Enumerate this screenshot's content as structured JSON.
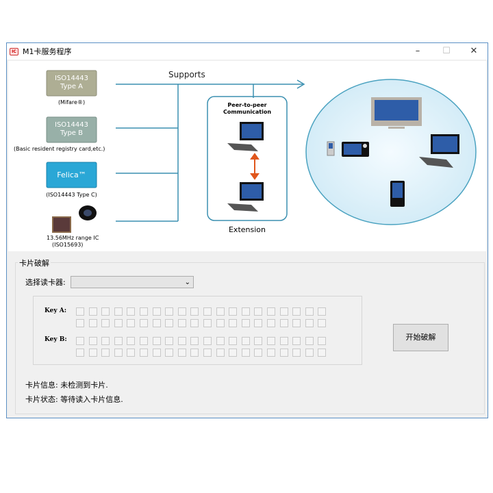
{
  "window": {
    "title": "M1卡服务程序",
    "app_icon_text": "IC",
    "minimize": "–",
    "maximize": "☐",
    "close": "✕"
  },
  "banner": {
    "supports": "Supports",
    "cards": [
      {
        "line1": "ISO14443",
        "line2": "Type A",
        "caption": "(Mifare®)"
      },
      {
        "line1": "ISO14443",
        "line2": "Type B",
        "caption": "(Basic resident registry card,etc.)"
      },
      {
        "line1": "Felica™",
        "line2": "",
        "caption": "(ISO14443 Type C)"
      }
    ],
    "ic_caption1": "13.56MHz range IC",
    "ic_caption2": "(ISO15693)",
    "p2p_line1": "Peer-to-peer",
    "p2p_line2": "Communication",
    "extension": "Extension"
  },
  "group": {
    "title": "卡片破解",
    "reader_label": "选择读卡器:",
    "reader_value": "",
    "key_a_label": "Key A:",
    "key_b_label": "Key B:",
    "boxes_per_row": 20,
    "start_button": "开始破解",
    "card_info": "卡片信息: 未检测到卡片.",
    "card_status": "卡片状态: 等待读入卡片信息."
  },
  "colors": {
    "line": "#3a8fb0",
    "felica": "#2aa7d6",
    "typeA": "#aeae94",
    "typeB": "#98b0a8",
    "screen": "#2e5da8",
    "arrow": "#e0561c"
  }
}
